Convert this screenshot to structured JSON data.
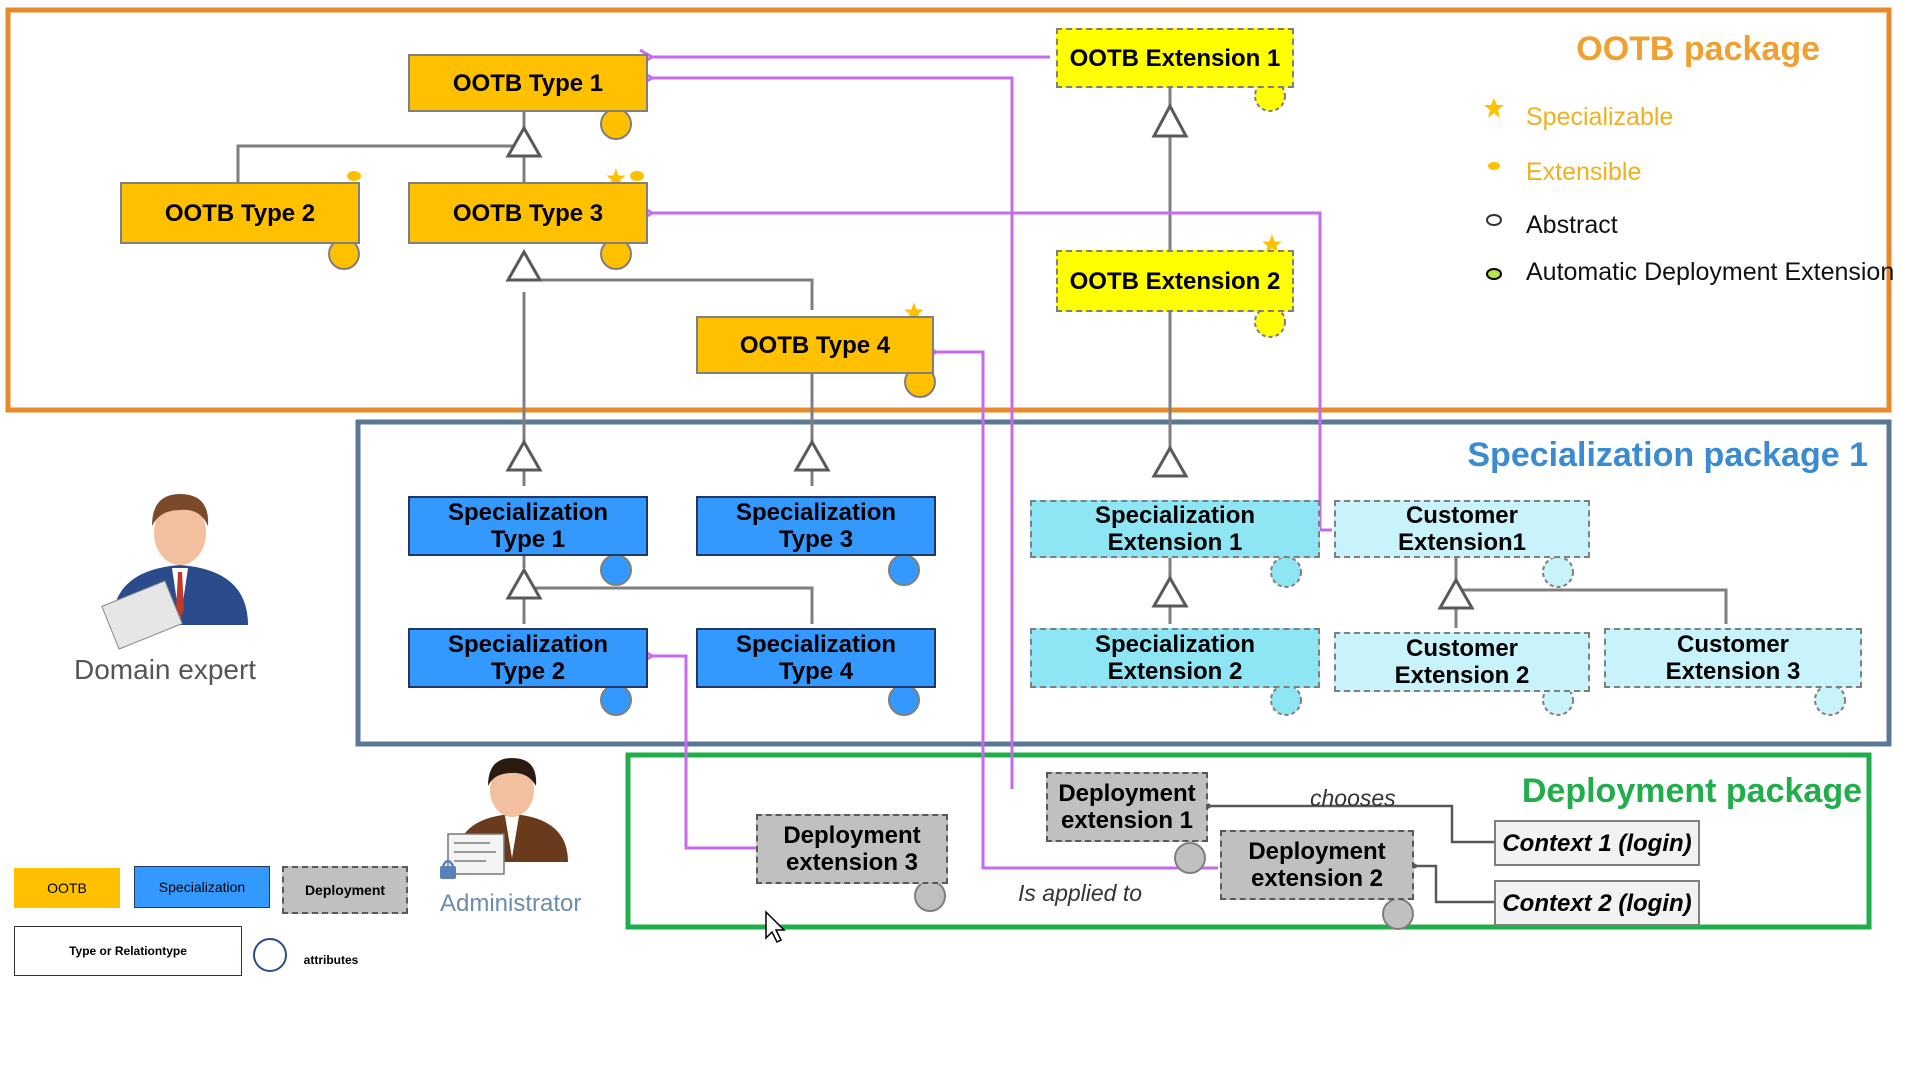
{
  "packages": {
    "ootb": "OOTB package",
    "specialization": "Specialization package 1",
    "deployment": "Deployment package"
  },
  "legend": {
    "specializable": "Specializable",
    "extensible": "Extensible",
    "abstract": "Abstract",
    "auto_deploy": "Automatic Deployment Extension"
  },
  "ootb": {
    "type1": "OOTB Type 1",
    "type2": "OOTB Type 2",
    "type3": "OOTB Type 3",
    "type4": "OOTB Type 4",
    "ext1": "OOTB Extension 1",
    "ext2": "OOTB Extension 2"
  },
  "spec": {
    "type1": "Specialization\nType 1",
    "type2": "Specialization\nType 2",
    "type3": "Specialization\nType 3",
    "type4": "Specialization\nType 4",
    "ext1": "Specialization\nExtension 1",
    "ext2": "Specialization\nExtension 2",
    "cust1": "Customer\nExtension1",
    "cust2": "Customer\nExtension 2",
    "cust3": "Customer\nExtension 3"
  },
  "deployment": {
    "ext1": "Deployment\nextension 1",
    "ext2": "Deployment\nextension 2",
    "ext3": "Deployment\nextension 3",
    "ctx1": "Context 1 (login)",
    "ctx2": "Context 2 (login)"
  },
  "labels": {
    "chooses": "chooses",
    "applied": "Is applied to"
  },
  "personas": {
    "domain_expert": "Domain expert",
    "administrator": "Administrator"
  },
  "key": {
    "ootb": "OOTB",
    "specialization": "Specialization",
    "deployment": "Deployment",
    "type": "Type or Relationtype",
    "attributes": "attributes"
  },
  "colors": {
    "ootb_frame": "#e8892a",
    "spec_frame": "#5a7896",
    "deploy_frame": "#1fae4a",
    "ootb_fill": "#ffc000",
    "ext_fill": "#ffff00",
    "spec_fill": "#3399ff",
    "arrow": "#c66bf0"
  }
}
